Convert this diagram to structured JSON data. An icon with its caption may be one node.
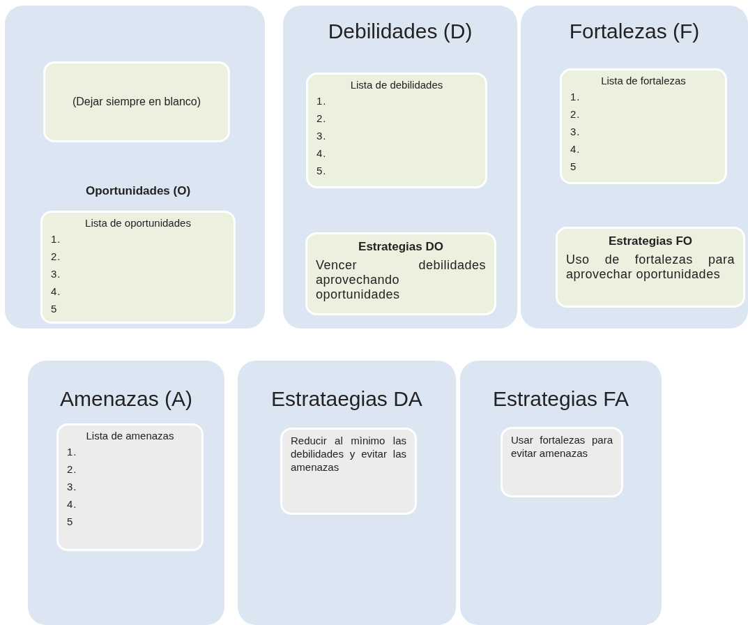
{
  "diagram": {
    "nodes": [
      {
        "text": [],
        "shape": "box"
      },
      {
        "text": [
          "(Dejar siempre en blanco)"
        ],
        "in": 0
      },
      {
        "text": [
          "Oportunidades (O)",
          "Lista de oportunidades",
          "1.",
          "2.",
          "3.",
          "4.",
          "5"
        ],
        "in": 0
      },
      {
        "text": [
          "Debilidades (D)"
        ]
      },
      {
        "text": [
          "Lista de debilidades",
          "1.",
          "2.",
          "3.",
          "4.",
          "5."
        ],
        "in": 3
      },
      {
        "text": [
          "Estrategias DO",
          "Vencer debilidades aprovechando oportunidades"
        ],
        "in": 3
      },
      {
        "text": [
          "Fortalezas (F)"
        ]
      },
      {
        "text": [
          "Lista de fortalezas",
          "1.",
          "2.",
          "3.",
          "4.",
          "5"
        ],
        "in": 6
      },
      {
        "text": [
          "Estrategias FO",
          "Uso de fortalezas para aprovechar oportunidades"
        ],
        "in": 6
      },
      {
        "text": [
          "Amenazas (A)"
        ]
      },
      {
        "text": [
          "Lista de amenazas",
          "1.",
          "2.",
          "3.",
          "4.",
          "5"
        ],
        "in": 9
      },
      {
        "text": [
          "Estrataegias DA"
        ]
      },
      {
        "text": [
          "Reducir al mìnimo las debilidades y evitar las amenazas"
        ],
        "in": 11
      },
      {
        "text": [
          "Estrategias FA"
        ]
      },
      {
        "text": [
          "Usar fortalezas para evitar amenazas"
        ],
        "in": 13
      }
    ]
  }
}
